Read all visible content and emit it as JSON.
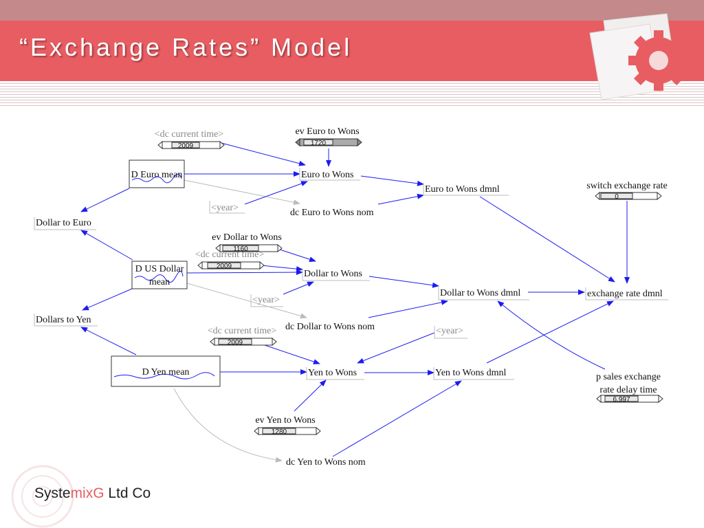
{
  "slide": {
    "title": "“Exchange Rates” Model",
    "company_prefix": "Syste",
    "company_mix": "mixG",
    "company_suffix": " Ltd Co"
  },
  "colors": {
    "accent": "#e85d62",
    "arrow": "#1c1cf0",
    "grey_arrow": "#bbbbbb"
  },
  "diagram": {
    "dc_current_time_1": "<dc current time>",
    "dc_current_time_2": "<dc current time>",
    "dc_current_time_3": "<dc current time>",
    "slider_time_1": "2009",
    "slider_time_2": "2009",
    "slider_time_3": "2009",
    "ev_euro_label": "ev Euro to Wons",
    "ev_euro_value": "1720",
    "ev_dollar_label": "ev Dollar to Wons",
    "ev_dollar_value": "1160",
    "ev_yen_label": "ev Yen to Wons",
    "ev_yen_value": "1280",
    "switch_label": "switch exchange rate",
    "switch_value": "0",
    "p_sales_label_1": "p sales exchange",
    "p_sales_label_2": "rate delay time",
    "p_sales_value": "6.997",
    "d_euro_mean": "D Euro mean",
    "d_us_dollar_1": "D US Dollar",
    "d_us_dollar_2": "mean",
    "d_yen_mean": "D Yen mean",
    "euro_to_wons": "Euro to Wons",
    "euro_to_wons_dmnl": "Euro to Wons dmnl",
    "dc_euro_nom": "dc Euro to Wons nom",
    "dollar_to_euro": "Dollar to Euro",
    "dollar_to_wons": "Dollar to Wons",
    "dollar_to_wons_dmnl": "Dollar to Wons dmnl",
    "exchange_rate_dmnl": "exchange rate dmnl",
    "dc_dollar_nom": "dc Dollar to Wons nom",
    "dollars_to_yen": "Dollars to Yen",
    "yen_to_wons": "Yen to Wons",
    "yen_to_wons_dmnl": "Yen to Wons dmnl",
    "dc_yen_nom": "dc Yen to Wons nom",
    "year_1": "<year>",
    "year_2": "<year>",
    "year_3": "<year>"
  }
}
